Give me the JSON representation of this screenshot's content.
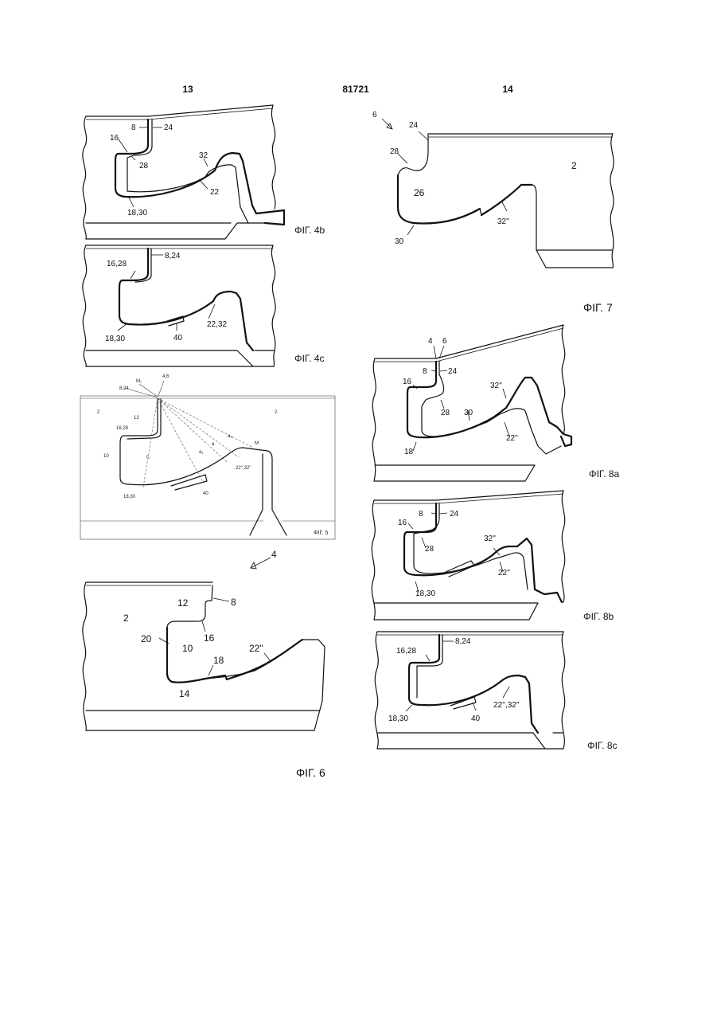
{
  "header": {
    "page_left": "13",
    "patent_number": "81721",
    "page_right": "14"
  },
  "figures": {
    "fig4b": {
      "caption": "ΦΙΓ. 4b",
      "labels": {
        "a": "8",
        "b": "24",
        "c": "16",
        "d": "28",
        "e": "32",
        "f": "22",
        "g": "18,30"
      }
    },
    "fig4c": {
      "caption": "ΦΙΓ. 4c",
      "labels": {
        "a": "8,24",
        "b": "16,28",
        "c": "18,30",
        "d": "40",
        "e": "22,32"
      }
    },
    "fig5": {
      "caption": "ΦΙΓ. 5",
      "labels": {
        "a": "4,6",
        "b": "M₁",
        "c": "8,24",
        "d": "2",
        "e": "12",
        "f": "16,28",
        "g": "10",
        "h": "18,30",
        "i": "40",
        "j": "r₁",
        "k": "a₁",
        "l": "a",
        "m": "a₂",
        "n": "M",
        "o": "22'',32''",
        "p": "2"
      }
    },
    "fig6": {
      "caption": "ΦΙΓ. 6",
      "labels": {
        "a": "4",
        "b": "8",
        "c": "12",
        "d": "2",
        "e": "20",
        "f": "10",
        "g": "16",
        "h": "18",
        "i": "22''",
        "j": "14"
      }
    },
    "fig7": {
      "caption": "ΦΙΓ. 7",
      "labels": {
        "a": "6",
        "b": "24",
        "c": "28",
        "d": "2",
        "e": "26",
        "f": "30",
        "g": "32''"
      }
    },
    "fig8a": {
      "caption": "ΦΙΓ. 8a",
      "labels": {
        "a": "4",
        "b": "6",
        "c": "8",
        "d": "24",
        "e": "16",
        "f": "32''",
        "g": "28",
        "h": "30",
        "i": "22''",
        "j": "18"
      }
    },
    "fig8b": {
      "caption": "ΦΙΓ. 8b",
      "labels": {
        "a": "8",
        "b": "24",
        "c": "16",
        "d": "32''",
        "e": "28",
        "f": "22''",
        "g": "18,30"
      }
    },
    "fig8c": {
      "caption": "ΦΙΓ. 8c",
      "labels": {
        "a": "8,24",
        "b": "16,28",
        "c": "18,30",
        "d": "40",
        "e": "22'',32''"
      }
    }
  }
}
